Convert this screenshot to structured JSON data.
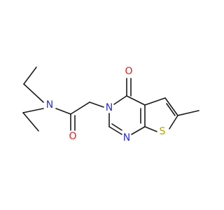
{
  "molecule": {
    "atoms": [
      {
        "id": "N_amide",
        "symbol": "N",
        "color": "#2e2ecc"
      },
      {
        "id": "O_amide",
        "symbol": "O",
        "color": "#e01b1b"
      },
      {
        "id": "N3",
        "symbol": "N",
        "color": "#2e2ecc"
      },
      {
        "id": "O4",
        "symbol": "O",
        "color": "#e01b1b"
      },
      {
        "id": "N1",
        "symbol": "N",
        "color": "#2e2ecc"
      },
      {
        "id": "S",
        "symbol": "S",
        "color": "#b5a300"
      }
    ]
  }
}
